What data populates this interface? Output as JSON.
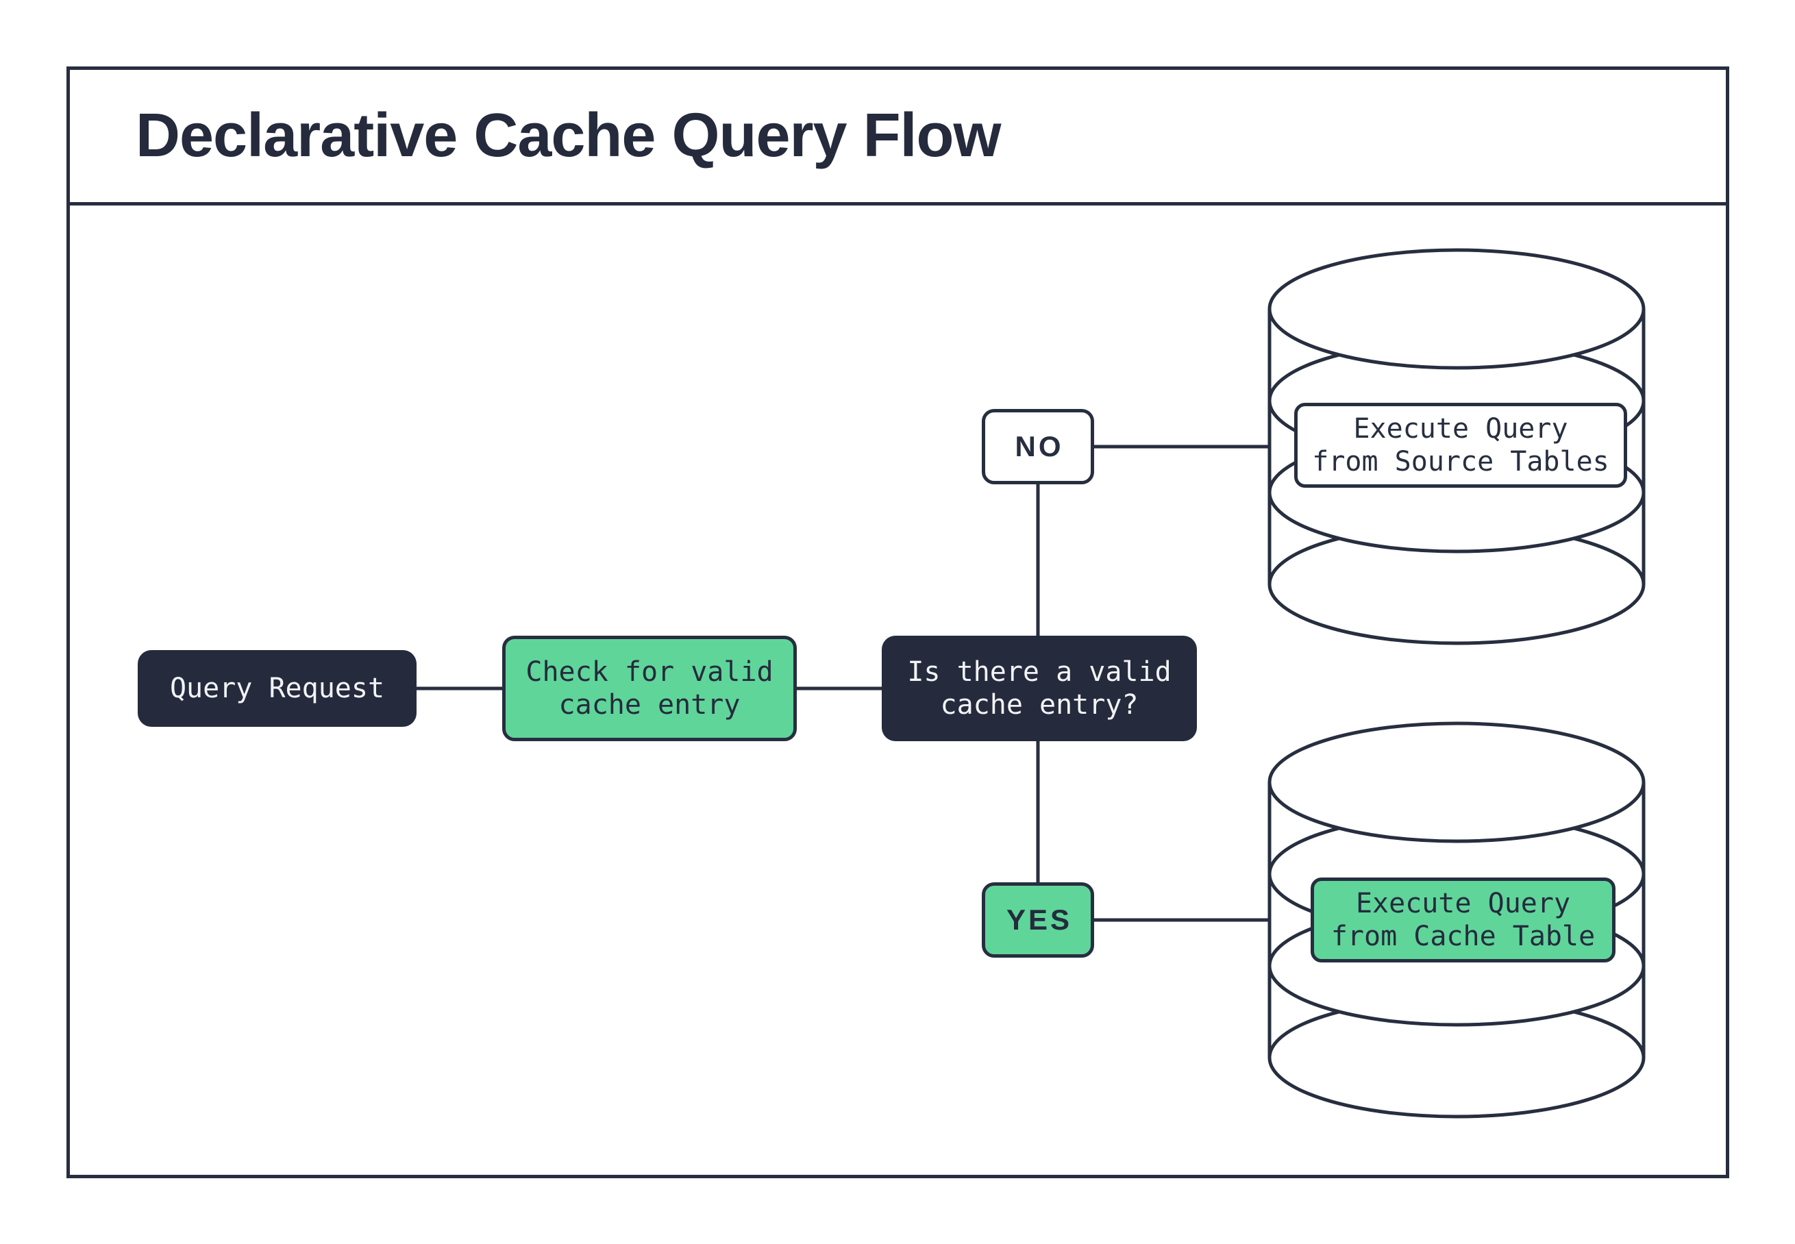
{
  "title": "Declarative Cache Query Flow",
  "colors": {
    "ink": "#272e3f",
    "dark_fill": "#252b3c",
    "green_fill": "#5fd59a",
    "text_on_dark": "#f2f3f6",
    "background": "#ffffff"
  },
  "nodes": {
    "query_request": {
      "label": "Query Request"
    },
    "check_cache": {
      "line1": "Check for valid",
      "line2": "cache entry"
    },
    "decision": {
      "line1": "Is there a valid",
      "line2": "cache entry?"
    },
    "no_branch": {
      "label": "NO"
    },
    "yes_branch": {
      "label": "YES"
    },
    "execute_source": {
      "line1": "Execute Query",
      "line2": "from Source Tables"
    },
    "execute_cache": {
      "line1": "Execute Query",
      "line2": "from Cache Table"
    }
  }
}
